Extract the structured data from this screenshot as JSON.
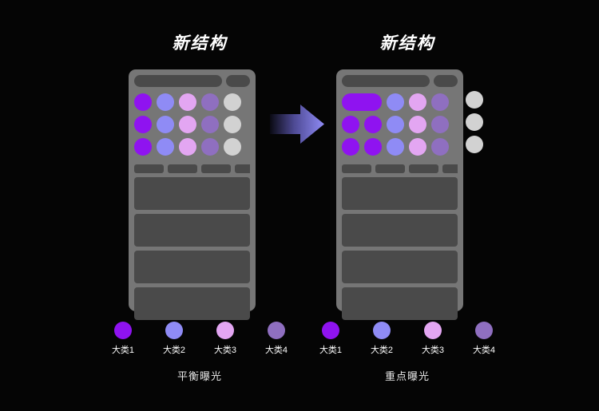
{
  "background_color": "#050505",
  "palette": {
    "cat1": "#8f13f0",
    "cat2": "#8f8bf5",
    "cat3": "#e3a6f2",
    "cat4": "#8f6fc0",
    "neutral": "#d2d2d2",
    "phone_frame": "#767676",
    "placeholder": "#4a4a4a",
    "arrow": "#8f8bf5"
  },
  "panels": [
    {
      "id": "balanced",
      "title": "新结构",
      "caption": "平衡曝光",
      "phone": {
        "topbar": {
          "search_label": "",
          "button_label": ""
        },
        "icon_rows": [
          [
            {
              "shape": "circle",
              "color": "#8f13f0"
            },
            {
              "shape": "circle",
              "color": "#8f8bf5"
            },
            {
              "shape": "circle",
              "color": "#e3a6f2"
            },
            {
              "shape": "circle",
              "color": "#8f6fc0"
            },
            {
              "shape": "circle",
              "color": "#d2d2d2"
            }
          ],
          [
            {
              "shape": "circle",
              "color": "#8f13f0"
            },
            {
              "shape": "circle",
              "color": "#8f8bf5"
            },
            {
              "shape": "circle",
              "color": "#e3a6f2"
            },
            {
              "shape": "circle",
              "color": "#8f6fc0"
            },
            {
              "shape": "circle",
              "color": "#d2d2d2"
            }
          ],
          [
            {
              "shape": "circle",
              "color": "#8f13f0"
            },
            {
              "shape": "circle",
              "color": "#8f8bf5"
            },
            {
              "shape": "circle",
              "color": "#e3a6f2"
            },
            {
              "shape": "circle",
              "color": "#8f6fc0"
            },
            {
              "shape": "circle",
              "color": "#d2d2d2"
            }
          ]
        ],
        "overflow_rows": [],
        "tab_count": 4,
        "card_count": 4
      },
      "legend": [
        {
          "label": "大类1",
          "color": "#8f13f0"
        },
        {
          "label": "大类2",
          "color": "#8f8bf5"
        },
        {
          "label": "大类3",
          "color": "#e3a6f2"
        },
        {
          "label": "大类4",
          "color": "#8f6fc0"
        }
      ]
    },
    {
      "id": "focused",
      "title": "新结构",
      "caption": "重点曝光",
      "phone": {
        "topbar": {
          "search_label": "",
          "button_label": ""
        },
        "icon_rows": [
          [
            {
              "shape": "pill",
              "color": "#8f13f0"
            },
            {
              "shape": "circle",
              "color": "#8f8bf5"
            },
            {
              "shape": "circle",
              "color": "#e3a6f2"
            },
            {
              "shape": "circle",
              "color": "#8f6fc0"
            }
          ],
          [
            {
              "shape": "circle",
              "color": "#8f13f0"
            },
            {
              "shape": "circle",
              "color": "#8f13f0"
            },
            {
              "shape": "circle",
              "color": "#8f8bf5"
            },
            {
              "shape": "circle",
              "color": "#e3a6f2"
            },
            {
              "shape": "circle",
              "color": "#8f6fc0"
            }
          ],
          [
            {
              "shape": "circle",
              "color": "#8f13f0"
            },
            {
              "shape": "circle",
              "color": "#8f13f0"
            },
            {
              "shape": "circle",
              "color": "#8f8bf5"
            },
            {
              "shape": "circle",
              "color": "#e3a6f2"
            },
            {
              "shape": "circle",
              "color": "#8f6fc0"
            }
          ]
        ],
        "overflow_rows": [
          {
            "shape": "circle",
            "color": "#d2d2d2"
          },
          {
            "shape": "circle",
            "color": "#d2d2d2"
          },
          {
            "shape": "circle",
            "color": "#d2d2d2"
          }
        ],
        "tab_count": 4,
        "card_count": 4
      },
      "legend": [
        {
          "label": "大类1",
          "color": "#8f13f0"
        },
        {
          "label": "大类2",
          "color": "#8f8bf5"
        },
        {
          "label": "大类3",
          "color": "#e3a6f2"
        },
        {
          "label": "大类4",
          "color": "#8f6fc0"
        }
      ]
    }
  ],
  "arrow": {
    "name": "transition-arrow",
    "direction": "right",
    "color": "#8f8bf5"
  }
}
